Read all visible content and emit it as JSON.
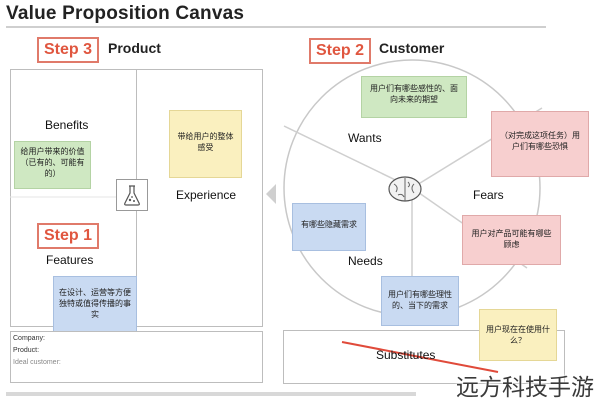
{
  "title": "Value Proposition Canvas",
  "product_section": {
    "step": "Step 3",
    "heading": "Product",
    "benefits_label": "Benefits",
    "experience_label": "Experience",
    "features_step": "Step 1",
    "features_label": "Features",
    "notes": {
      "benefits": "给用户带来的价值（已有的、可能有的）",
      "experience": "带给用户的整体感受",
      "features": "在设计、运营等方便独特或值得传播的事实"
    },
    "info": {
      "company": "Company:",
      "product": "Product:",
      "ideal_customer": "Ideal customer:"
    }
  },
  "customer_section": {
    "step": "Step 2",
    "heading": "Customer",
    "wants_label": "Wants",
    "fears_label": "Fears",
    "needs_label": "Needs",
    "substitutes_label": "Substitutes",
    "notes": {
      "wants": "用户们有哪些感性的、面向未来的期望",
      "fears_top": "（对完成这项任务）用户们有哪些恐惧",
      "hidden_needs": "有哪些隐藏需求",
      "fears_product": "用户对产品可能有哪些顾虑",
      "needs": "用户们有哪些理性的、当下的需求",
      "substitutes": "用户现在在使用什么？"
    }
  },
  "watermark": "远方科技手游",
  "colors": {
    "step_border": "#e07a6a",
    "step_text": "#e0563f",
    "green_note": "#cfe8c2",
    "yellow_note": "#faf0bf",
    "pink_note": "#f7cfcf",
    "blue_note": "#c9daf2"
  }
}
